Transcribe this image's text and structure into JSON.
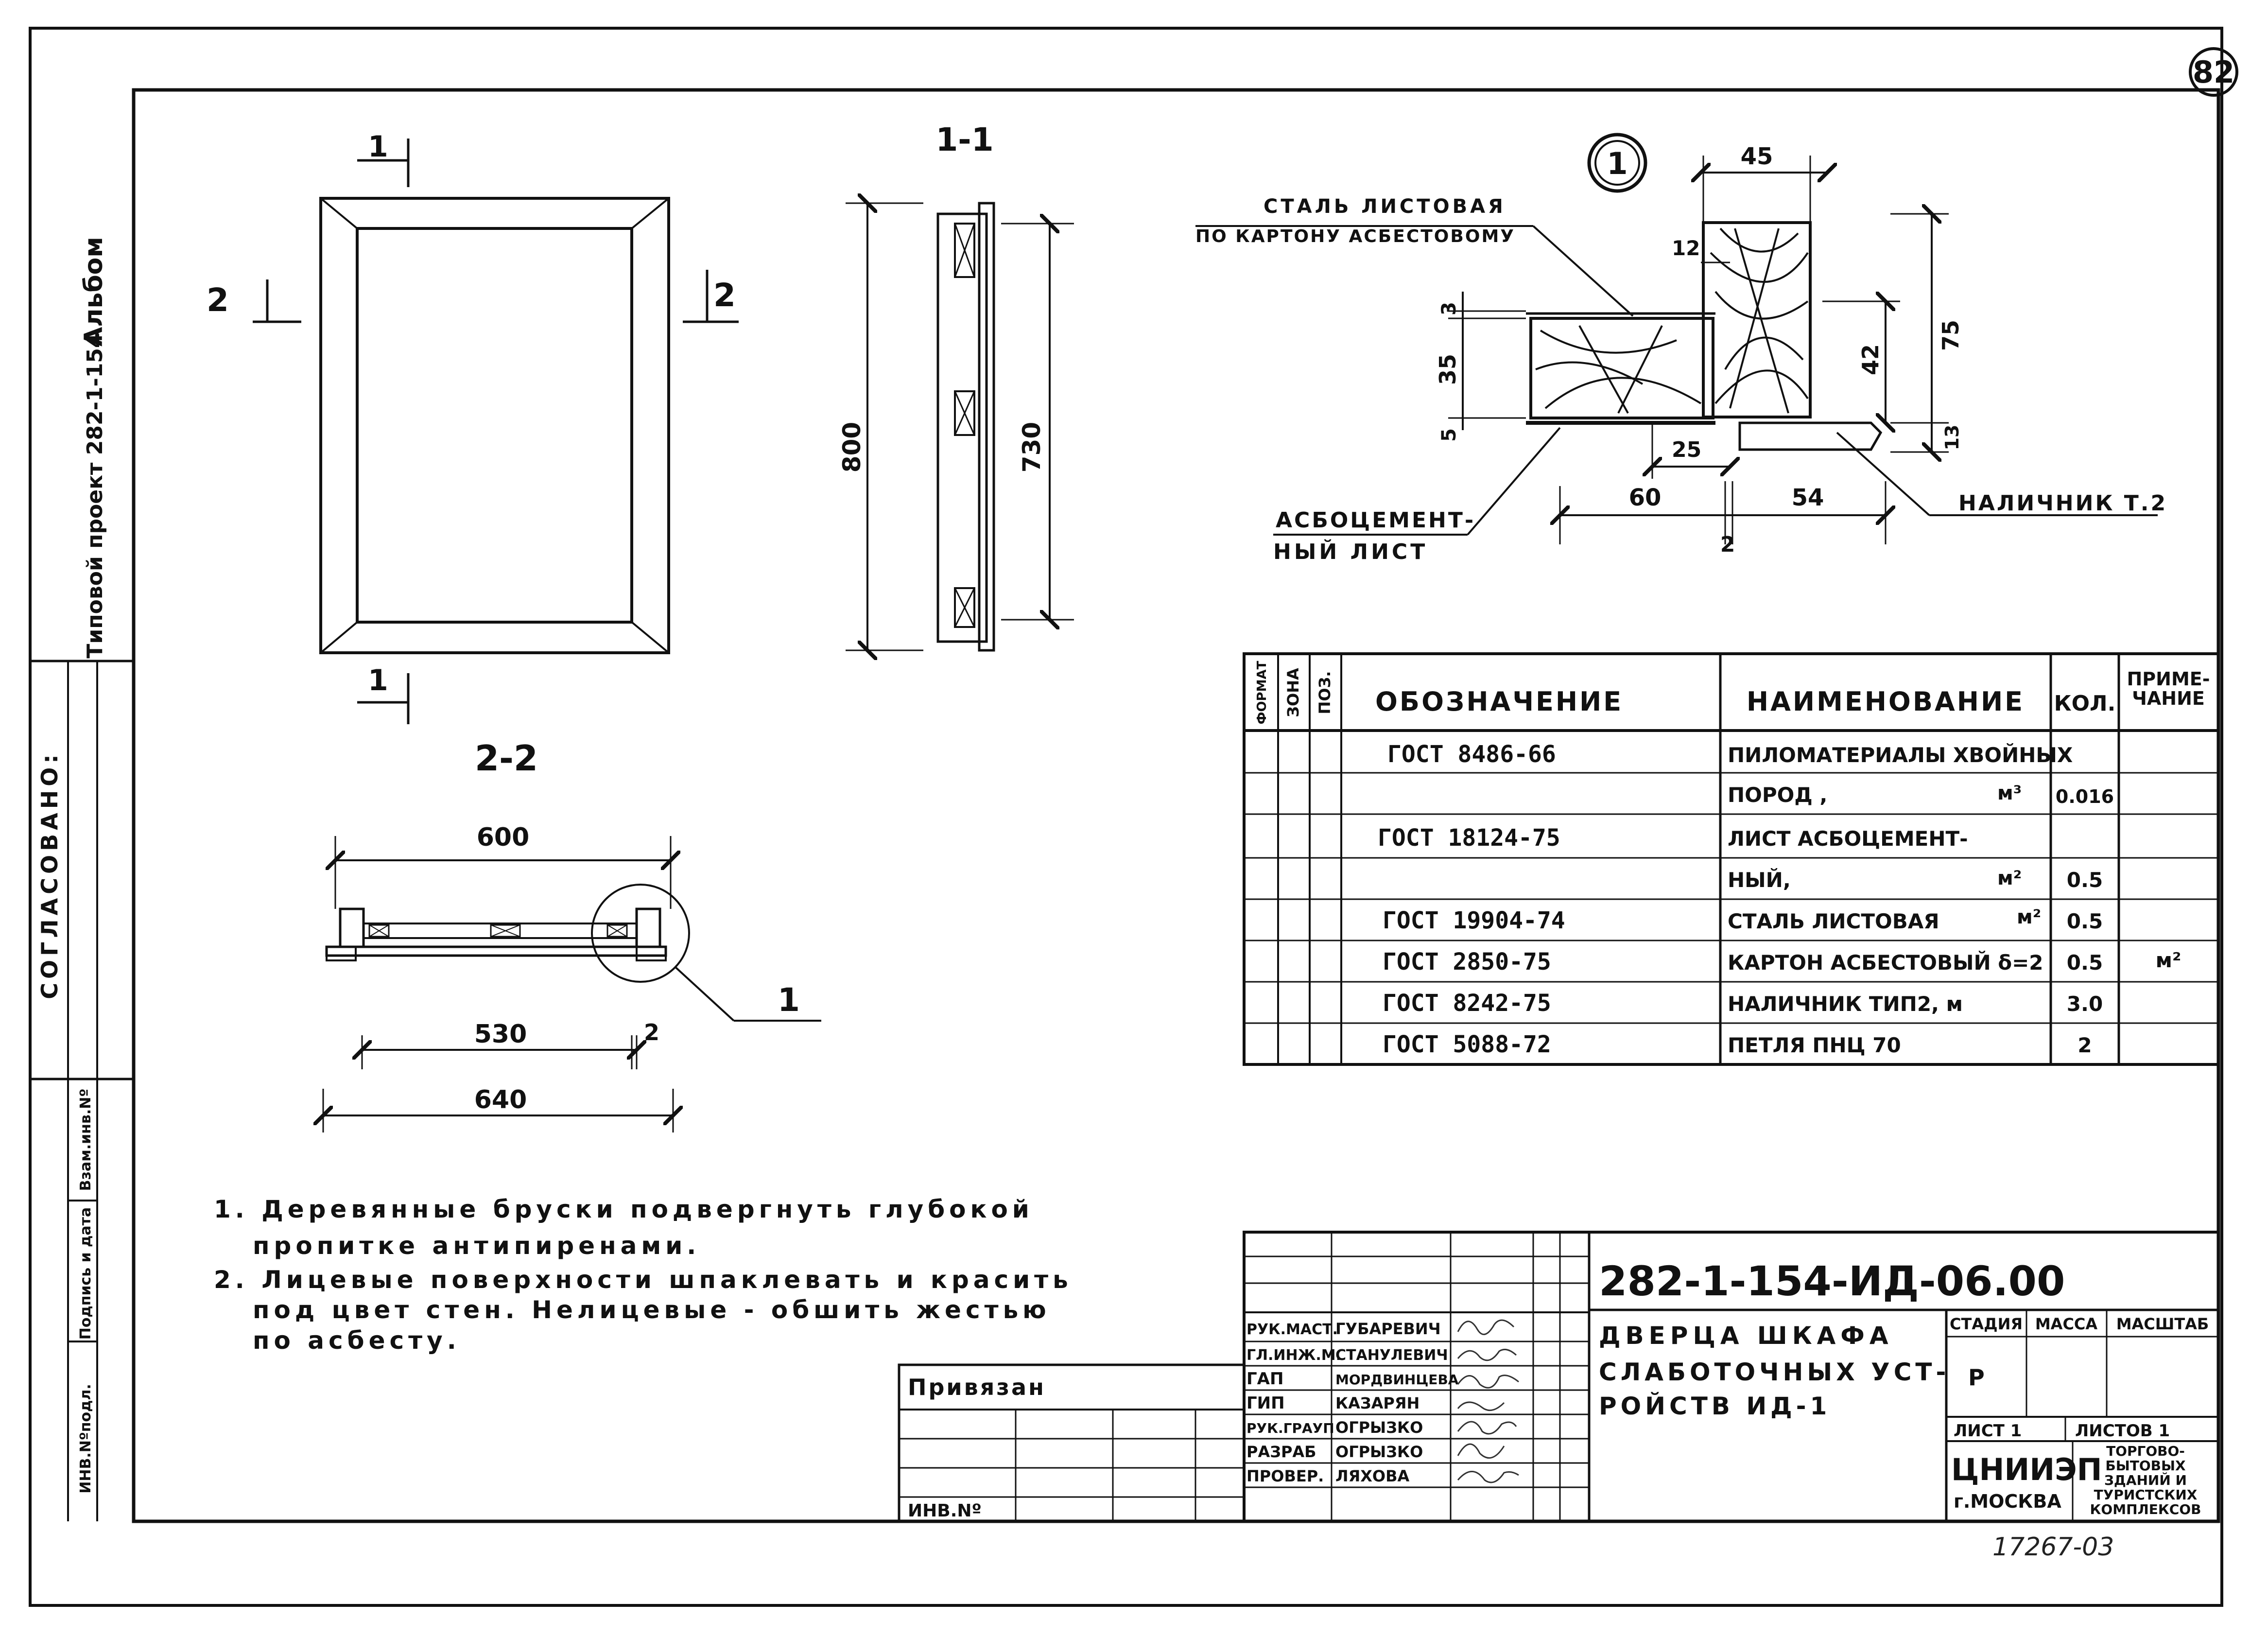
{
  "sheet_number": "82",
  "side_strip": {
    "album": "Альбом",
    "project": "Типовой проект 282-1-154",
    "approved": "СОГЛАСОВАНО:",
    "stamp_cols": [
      "ИНВ.Nºподл.",
      "Подпись и дата",
      "Взам.инв.Nº"
    ]
  },
  "views": {
    "section_1_1": "1-1",
    "section_2_2": "2-2",
    "cut_mark_1": "1",
    "cut_mark_2": "2",
    "dim_800": "800",
    "dim_730": "730",
    "dim_600": "600",
    "dim_530": "530",
    "dim_640": "640",
    "dim_2": "2",
    "detail_ref": "1"
  },
  "detail": {
    "callout": "1",
    "label_steel_1": "СТАЛЬ ЛИСТОВАЯ",
    "label_steel_2": "ПО КАРТОНУ АСБЕСТОВОМУ",
    "label_asb_1": "АСБОЦЕМЕНТ-",
    "label_asb_2": "НЫЙ ЛИСТ",
    "label_trim": "НАЛИЧНИК Т.2",
    "d45": "45",
    "d12": "12",
    "d3": "3",
    "d35": "35",
    "d5": "5",
    "d42": "42",
    "d75": "75",
    "d13": "13",
    "d25": "25",
    "d60": "60",
    "d54": "54",
    "d2": "2"
  },
  "spec_table": {
    "headers": [
      "ФОРМАТ",
      "ЗОНА",
      "ПОЗ.",
      "ОБОЗНАЧЕНИЕ",
      "НАИМЕНОВАНИЕ",
      "КОЛ.",
      "ПРИМЕ-",
      "ЧАНИЕ"
    ],
    "rows": [
      {
        "code": "ГОСТ 8486-66",
        "name": "ПИЛОМАТЕРИАЛЫ ХВОЙНЫХ",
        "qty": "",
        "note": ""
      },
      {
        "code": "",
        "name": "ПОРОД ,",
        "unit": "м³",
        "qty": "0.016",
        "note": ""
      },
      {
        "code": "ГОСТ 18124-75",
        "name": "ЛИСТ АСБОЦЕМЕНТ-",
        "qty": "",
        "note": ""
      },
      {
        "code": "",
        "name": "НЫЙ,",
        "unit": "м²",
        "qty": "0.5",
        "note": ""
      },
      {
        "code": "ГОСТ 19904-74",
        "name": "СТАЛЬ ЛИСТОВАЯ",
        "unit": "м²",
        "qty": "0.5",
        "note": ""
      },
      {
        "code": "ГОСТ 2850-75",
        "name": "КАРТОН АСБЕСТОВЫЙ δ=2",
        "qty": "0.5",
        "note": "м²"
      },
      {
        "code": "ГОСТ 8242-75",
        "name": "НАЛИЧНИК ТИП2, м",
        "qty": "3.0",
        "note": ""
      },
      {
        "code": "ГОСТ 5088-72",
        "name": "ПЕТЛЯ ПНЦ 70",
        "qty": "2",
        "note": ""
      }
    ]
  },
  "notes": [
    "1. Деревянные бруски подвергнуть глубокой",
    "пропитке антипиренами.",
    "2. Лицевые поверхности шпаклевать и красить",
    "под цвет стен. Нелицевые - обшить жестью",
    "по асбесту."
  ],
  "bound": {
    "label": "Привязан",
    "inv": "ИНВ.Nº"
  },
  "title_block": {
    "doc_code": "282-1-154-ИД-06.00",
    "title_1": "ДВЕРЦА ШКАФА",
    "title_2": "СЛАБОТОЧНЫХ УСТ-",
    "title_3": "РОЙСТВ ИД-1",
    "stage_h": "СТАДИЯ",
    "mass_h": "МАССА",
    "scale_h": "МАСШТАБ",
    "stage": "Р",
    "sheet": "ЛИСТ 1",
    "sheets": "ЛИСТОВ 1",
    "org": "ЦНИИЭП",
    "city": "г.МОСКВА",
    "dept": [
      "ТОРГОВО-",
      "БЫТОВЫХ",
      "ЗДАНИЙ И",
      "ТУРИСТСКИХ",
      "КОМПЛЕКСОВ"
    ],
    "roles": [
      "РУК.МАСТ.",
      "ГЛ.ИНЖ.М.",
      "ГАП",
      "ГИП",
      "РУК.ГРАУП",
      "РАЗРАБ",
      "ПРОВЕР."
    ],
    "names": [
      "ГУБАРЕВИЧ",
      "СТАНУЛЕВИЧ",
      "МОРДВИНЦЕВА",
      "КАЗАРЯН",
      "ОГРЫЗКО",
      "ОГРЫЗКО",
      "ЛЯХОВА"
    ]
  },
  "archive_no": "17267-03"
}
